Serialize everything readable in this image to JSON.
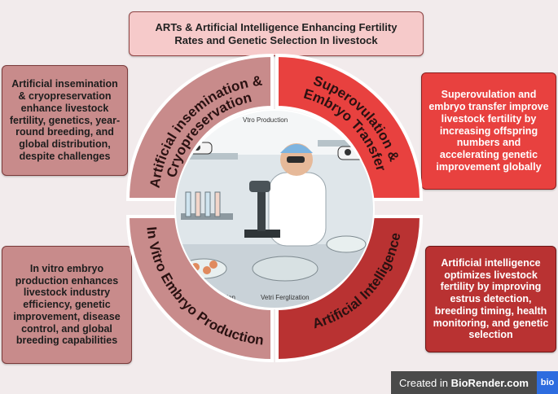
{
  "title": "ARTs & Artificial Intelligence  Enhancing Fertility\nRates and Genetic Selection In livestock",
  "boxes": {
    "top_left": "Artificial insemination & cryopreservation enhance livestock fertility, genetics, year-round breeding, and global distribution, despite challenges",
    "top_right": "Superovulation and embryo transfer improve livestock fertility by increasing offspring numbers and accelerating genetic improvement globally",
    "bottom_left": "In vitro embryo production enhances livestock industry efficiency, genetic improvement, disease control, and global breeding capabilities",
    "bottom_right": "Artificial intelligence optimizes livestock fertility by improving estrus detection, breeding timing, health monitoring, and genetic selection"
  },
  "ring": {
    "top_left_line1": "Artificial insemination &",
    "top_left_line2": "Cryopreservation",
    "top_right_line1": "Superovulation &",
    "top_right_line2": "Embryo Transfer",
    "bottom_left": "In Vitro Embryo Production",
    "bottom_right": "Artificial Intelligence"
  },
  "image_labels": {
    "top": "Vtro Production",
    "bottom_left": "ction",
    "bottom_right": "Vetri Ferglization"
  },
  "badge": {
    "prefix": "Created in",
    "brand": "BioRender.com",
    "logo": "bio"
  },
  "colors": {
    "background": "#f2ebec",
    "title_fill": "#f6caca",
    "rose": "#c88b8b",
    "red": "#e8413f",
    "dark_red": "#b93232",
    "ring_outline": "#ffffff"
  }
}
